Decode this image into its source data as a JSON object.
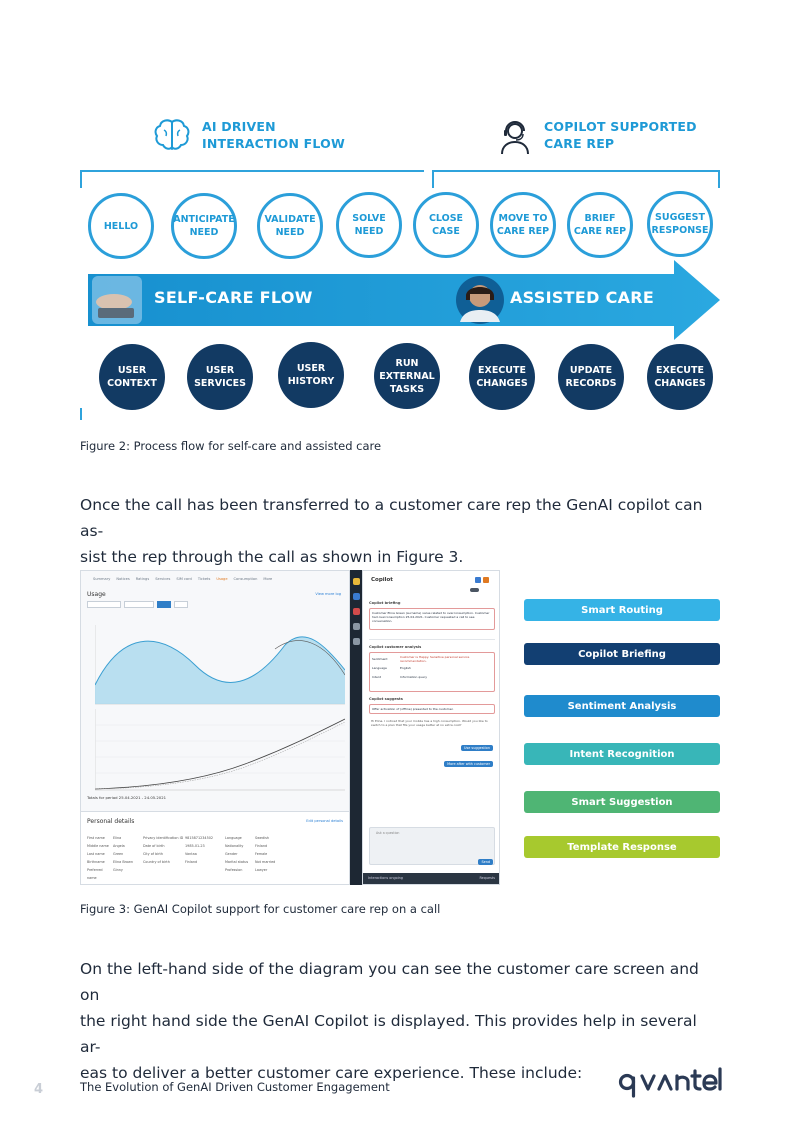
{
  "figure2": {
    "header_left": [
      "AI DRIVEN",
      "INTERACTION FLOW"
    ],
    "header_right": [
      "COPILOT SUPPORTED",
      "CARE REP"
    ],
    "top_steps": [
      [
        "HELLO"
      ],
      [
        "ANTICIPATE",
        "NEED"
      ],
      [
        "VALIDATE",
        "NEED"
      ],
      [
        "SOLVE",
        "NEED"
      ],
      [
        "CLOSE",
        "CASE"
      ],
      [
        "MOVE TO",
        "CARE REP"
      ],
      [
        "BRIEF",
        "CARE REP"
      ],
      [
        "SUGGEST",
        "RESPONSE"
      ]
    ],
    "arrow_left_label": "SELF-CARE FLOW",
    "arrow_right_label": "ASSISTED CARE",
    "bottom_steps": [
      [
        "USER",
        "CONTEXT"
      ],
      [
        "USER",
        "SERVICES"
      ],
      [
        "USER",
        "HISTORY"
      ],
      [
        "RUN",
        "EXTERNAL",
        "TASKS"
      ],
      [
        "EXECUTE",
        "CHANGES"
      ],
      [
        "UPDATE",
        "RECORDS"
      ],
      [
        "EXECUTE",
        "CHANGES"
      ]
    ],
    "caption": "Figure 2: Process flow for self-care and assisted care"
  },
  "paragraph1": [
    "Once the call has been transferred to a customer care rep the GenAI copilot can as-",
    "sist the rep through the call as shown in Figure 3."
  ],
  "figure3": {
    "screen": {
      "tabs": [
        "Summary",
        "Notices",
        "Ratings",
        "Services",
        "SIM card",
        "Tickets",
        "Usage",
        "Consumption",
        "More"
      ],
      "active_tab": "Usage",
      "usage_title": "Usage",
      "usage_link": "View more log",
      "totals_title": "Totals for period 25.04.2021 - 24.05.2021",
      "personal_title": "Personal details",
      "personal_link": "Edit personal details",
      "personal_rows": [
        [
          "First name",
          "Elina",
          "Privacy identification ID",
          "9815871234502",
          "Language",
          "Swedish"
        ],
        [
          "Middle name",
          "Angela",
          "Date of birth",
          "1985-01-23",
          "Nationality",
          "Finland"
        ],
        [
          "Last name",
          "Green",
          "City of birth",
          "Vantaa",
          "Gender",
          "Female"
        ],
        [
          "Birthname",
          "Elina Brown",
          "Country of birth",
          "Finland",
          "Marital status",
          "Not married"
        ],
        [
          "Preferred name",
          "Ginny",
          "",
          "",
          "Profession",
          "Lawyer"
        ]
      ]
    },
    "copilot": {
      "title": "Copilot",
      "briefing_title": "Copilot briefing",
      "briefing_text": "Customer Elina Green (surname) value related to overconsumption. Customer had overconsumption 25.04.2021. Customer requested a call to see conversation.",
      "analysis_title": "Copilot customer analysis",
      "sentiment_label": "Sentiment",
      "sentiment_value": "Customer is Happy. Sensitive personal service recommendation.",
      "language_label": "Language",
      "language_value": "English",
      "intent_label": "Intent",
      "intent_value": "Information query",
      "suggests_title": "Copilot suggests",
      "suggests_text": "Offer activation of (offline) presented to the customer.",
      "template_text": "Hi Elina. I noticed that your mobile has a high consumption. Would you like to switch to a plan that fits your usage better at no extra cost?",
      "use_button": "Use suggestion",
      "more_button": "More after with customer",
      "input_placeholder": "Ask a question",
      "send_button": "Send",
      "footer_left": "Interactions ongoing",
      "footer_right": "Requests"
    },
    "features": [
      {
        "label": "Smart Routing",
        "color": "#35b3e6"
      },
      {
        "label": "Copilot Briefing",
        "color": "#123f72"
      },
      {
        "label": "Sentiment Analysis",
        "color": "#1f8bcd"
      },
      {
        "label": "Intent Recognition",
        "color": "#38b6b8"
      },
      {
        "label": "Smart Suggestion",
        "color": "#4fb574"
      },
      {
        "label": "Template Response",
        "color": "#a7c92e"
      }
    ],
    "caption": "Figure 3: GenAI Copilot support for customer care rep on a call"
  },
  "paragraph2": [
    "On the left-hand side of the diagram you can see the customer care screen and on",
    "the right hand side the GenAI Copilot is displayed. This provides help in several ar-",
    "eas to deliver a better customer care experience. These include:"
  ],
  "footer": {
    "page_number": "4",
    "title": "The Evolution of GenAI Driven Customer Engagement",
    "logo": "qvantel"
  }
}
